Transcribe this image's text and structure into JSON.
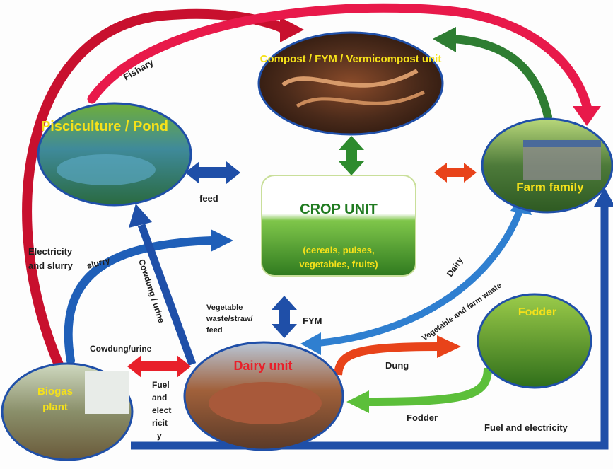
{
  "units": {
    "compost": "Compost / FYM / Vermicompost unit",
    "pisciculture": "Pisciculture / Pond",
    "crop_title": "CROP UNIT",
    "crop_sub_1": "(cereals, pulses,",
    "crop_sub_2": "vegetables, fruits)",
    "farm_family": "Farm family",
    "fodder": "Fodder",
    "dairy": "Dairy unit",
    "biogas_1": "Biogas",
    "biogas_2": "plant"
  },
  "flows": {
    "fishary": "Fishary",
    "feed": "feed",
    "electricity_1": "Electricity",
    "electricity_2": "and slurry",
    "slurry": "slurry",
    "cowdung_urine_vertical": "Cowdung / urine",
    "vegetable_1": "Vegetable",
    "vegetable_2": "waste/straw/",
    "vegetable_3": "feed",
    "fym": "FYM",
    "dairy": "Dairy",
    "veg_farm_waste": "Vegetable and farm waste",
    "cowdung_urine_horizontal": "Cowdung/urine",
    "fuel_1": "Fuel",
    "fuel_2": "and",
    "fuel_3": "elect",
    "fuel_4": "ricit",
    "fuel_5": "y",
    "dung": "Dung",
    "fodder": "Fodder",
    "fuel_and_electricity": "Fuel and electricity"
  },
  "colors": {
    "red_arrow": "#c8102e",
    "pink_arrow": "#e8194a",
    "green_arrow": "#2e7d32",
    "blue_arrow": "#1f4fa8",
    "light_blue_arrow": "#2f7fd0",
    "orange_arrow": "#e8431a",
    "unit_text_yellow": "#f5e11a",
    "unit_text_red": "#e8202a",
    "crop_title_green": "#1f7a1f"
  }
}
